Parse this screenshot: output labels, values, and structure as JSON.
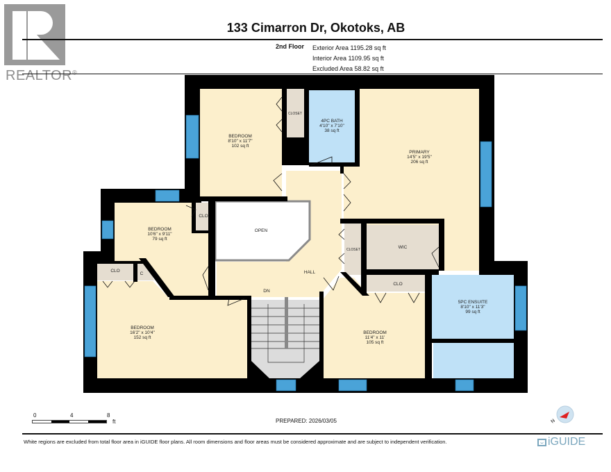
{
  "header": {
    "logo_text": "REALTOR",
    "logo_mark": "®",
    "title": "133 Cimarron Dr, Okotoks, AB",
    "floor": "2nd Floor",
    "exterior_area": "Exterior Area 1195.28 sq ft",
    "interior_area": "Interior Area 1109.95 sq ft",
    "excluded_area": "Excluded Area 58.82 sq ft"
  },
  "colors": {
    "room_fill": "#fcefcc",
    "bath_fill": "#bfe1f7",
    "closet_fill": "#e5ddd0",
    "wall": "#000000",
    "window": "#4aa3d8",
    "stair_fill": "#dcdcdc",
    "door_fill": "#d8d8d8"
  },
  "rooms": [
    {
      "name": "BEDROOM",
      "dims": "8'10\" x 11'7\"",
      "area": "102 sq ft"
    },
    {
      "name": "CLOSET"
    },
    {
      "name": "4PC BATH",
      "dims": "4'10\" x 7'10\"",
      "area": "38 sq ft"
    },
    {
      "name": "PRIMARY",
      "dims": "14'5\" x 19'5\"",
      "area": "206 sq ft"
    },
    {
      "name": "BEDROOM",
      "dims": "10'6\" x 9'11\"",
      "area": "79 sq ft"
    },
    {
      "name": "CLO"
    },
    {
      "name": "OPEN"
    },
    {
      "name": "CLOSET"
    },
    {
      "name": "WIC"
    },
    {
      "name": "HALL"
    },
    {
      "name": "CLO"
    },
    {
      "name": "C"
    },
    {
      "name": "DN"
    },
    {
      "name": "BEDROOM",
      "dims": "16'2\" x 10'4\"",
      "area": "152 sq ft"
    },
    {
      "name": "BEDROOM",
      "dims": "11'4\" x 11'",
      "area": "105 sq ft"
    },
    {
      "name": "CLO"
    },
    {
      "name": "5PC ENSUITE",
      "dims": "8'10\" x 11'3\"",
      "area": "99 sq ft"
    }
  ],
  "scale": {
    "ticks": [
      "0",
      "4",
      "8"
    ],
    "unit": "ft"
  },
  "footer": {
    "prepared": "PREPARED: 2026/03/05",
    "disclaimer": "White regions are excluded from total floor area in iGUIDE floor plans. All room dimensions and floor areas must be considered approximate and are subject to independent verification.",
    "brand": "iGUIDE",
    "compass_label": "N"
  }
}
